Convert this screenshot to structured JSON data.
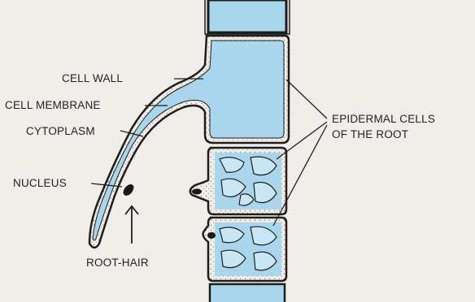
{
  "labels": {
    "cell_wall": "CELL WALL",
    "cell_membrane": "CELL MEMBRANE",
    "cytoplasm": "CYTOPLASM",
    "nucleus": "NUCLEUS",
    "root_hair": "ROOT-HAIR",
    "epidermal_line1": "EPIDERMAL CELLS",
    "epidermal_line2": "OF THE ROOT"
  },
  "colors": {
    "background": "#f1eeea",
    "cytoplasm_fill": "#a9d6ec",
    "outline": "#1e1e1e",
    "text": "#222222"
  }
}
